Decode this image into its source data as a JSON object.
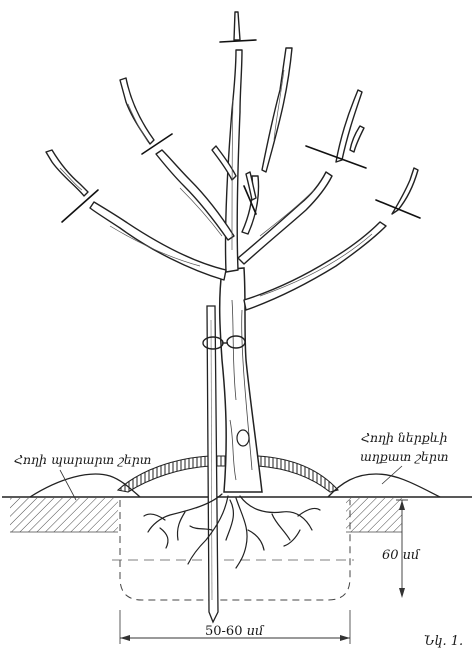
{
  "labels": {
    "left_soil_layer": "Հողի պարարտ շերտ",
    "right_soil_layer_line1": "Հողի ներքևի",
    "right_soil_layer_line2": "աղքատ շերտ",
    "pit_depth": "60 սմ",
    "pit_width_value": "50-60",
    "pit_width_unit": "սմ",
    "figure_caption": "Նկ. 1."
  }
}
